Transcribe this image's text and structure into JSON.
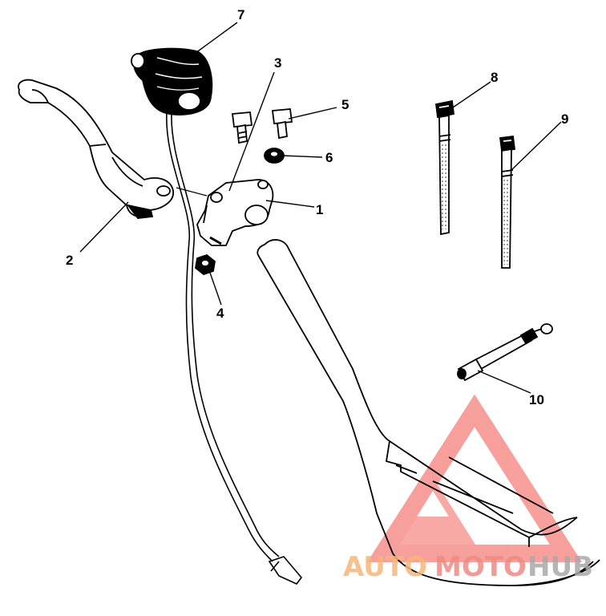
{
  "callouts": [
    "1",
    "2",
    "3",
    "4",
    "5",
    "6",
    "7",
    "8",
    "9",
    "10"
  ],
  "watermark": {
    "text_orange": "AUTO",
    "text_red": "MOTO",
    "text_grey": "HUB",
    "color_orange": "#F5B77A",
    "color_red": "#F08A84",
    "color_grey": "#A9A9A9",
    "logo_color": "#F5807A"
  },
  "line_color": "#000000"
}
